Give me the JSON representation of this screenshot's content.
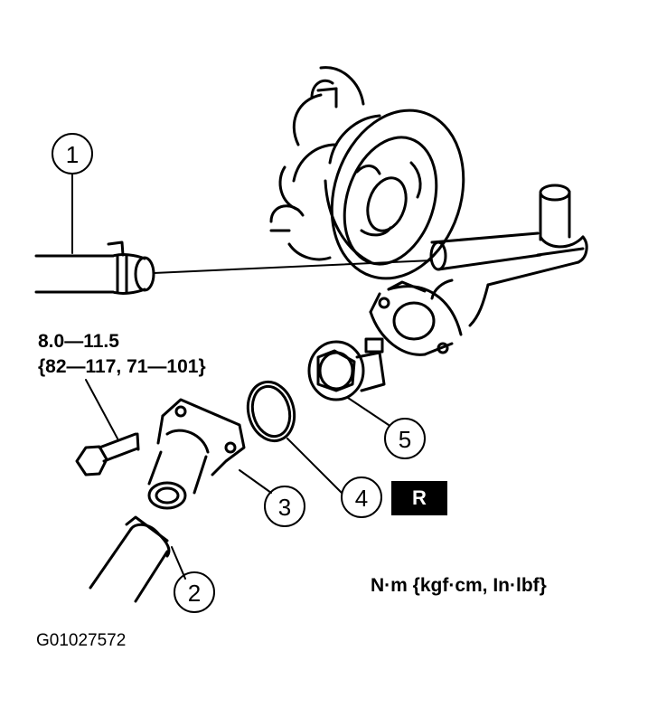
{
  "callouts": [
    {
      "id": "1",
      "label": "1"
    },
    {
      "id": "2",
      "label": "2"
    },
    {
      "id": "3",
      "label": "3"
    },
    {
      "id": "4",
      "label": "4"
    },
    {
      "id": "5",
      "label": "5"
    }
  ],
  "torque_spec": {
    "line1": "8.0—11.5",
    "line2": "{82—117, 71—101}"
  },
  "replace_badge": "R",
  "units_note": "N·m {kgf·cm, In·lbf}",
  "figure_id": "G01027572"
}
